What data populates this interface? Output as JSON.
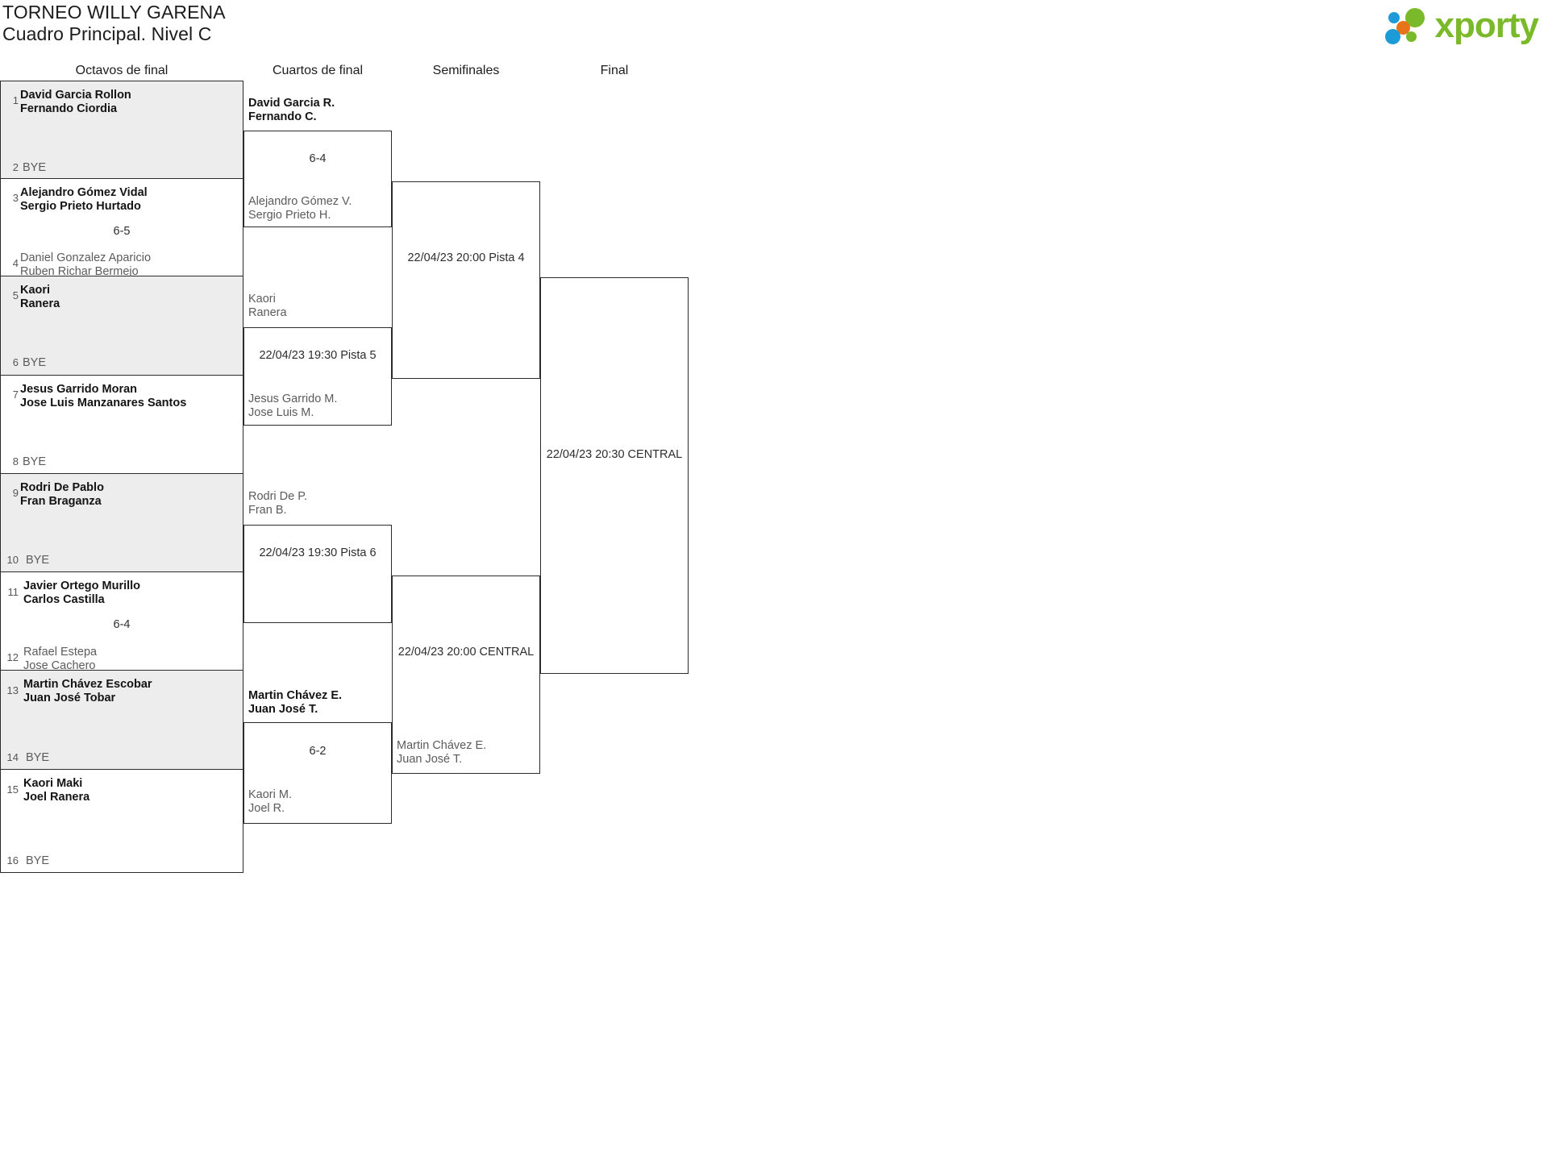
{
  "header": {
    "tournament_title": "TORNEO WILLY GARENA",
    "subtitle": "Cuadro Principal. Nivel C",
    "logo_text": "xporty"
  },
  "rounds": [
    {
      "label": "Octavos de final"
    },
    {
      "label": "Cuartos de final"
    },
    {
      "label": "Semifinales"
    },
    {
      "label": "Final"
    }
  ],
  "bracket": {
    "round1": {
      "matches": [
        {
          "score": "",
          "top": {
            "seed": "1",
            "line1": "David Garcia Rollon",
            "line2": "Fernando Ciordia",
            "status": "win"
          },
          "bottom": {
            "seed": "2",
            "bye": "BYE",
            "status": "bye"
          }
        },
        {
          "score": "6-5",
          "top": {
            "seed": "3",
            "line1": "Alejandro Gómez Vidal",
            "line2": "Sergio Prieto Hurtado",
            "status": "win"
          },
          "bottom": {
            "seed": "4",
            "line1": "Daniel Gonzalez Aparicio",
            "line2": "Ruben Richar Bermejo",
            "status": "lose"
          }
        },
        {
          "score": "",
          "top": {
            "seed": "5",
            "line1": "Kaori",
            "line2": "Ranera",
            "status": "win"
          },
          "bottom": {
            "seed": "6",
            "bye": "BYE",
            "status": "bye"
          }
        },
        {
          "score": "",
          "top": {
            "seed": "7",
            "line1": "Jesus Garrido Moran",
            "line2": "Jose Luis Manzanares Santos",
            "status": "win"
          },
          "bottom": {
            "seed": "8",
            "bye": "BYE",
            "status": "bye"
          }
        },
        {
          "score": "",
          "top": {
            "seed": "9",
            "line1": "Rodri De Pablo",
            "line2": "Fran Braganza",
            "status": "win"
          },
          "bottom": {
            "seed": "10",
            "bye": "BYE",
            "status": "bye"
          }
        },
        {
          "score": "6-4",
          "top": {
            "seed": "11",
            "line1": "Javier Ortego Murillo",
            "line2": "Carlos Castilla",
            "status": "win"
          },
          "bottom": {
            "seed": "12",
            "line1": "Rafael Estepa",
            "line2": "Jose Cachero",
            "status": "lose"
          }
        },
        {
          "score": "",
          "top": {
            "seed": "13",
            "line1": "Martin Chávez Escobar",
            "line2": "Juan José Tobar",
            "status": "win"
          },
          "bottom": {
            "seed": "14",
            "bye": "BYE",
            "status": "bye"
          }
        },
        {
          "score": "",
          "top": {
            "seed": "15",
            "line1": "Kaori Maki",
            "line2": "Joel Ranera",
            "status": "win"
          },
          "bottom": {
            "seed": "16",
            "bye": "BYE",
            "status": "bye"
          }
        }
      ]
    },
    "round2": {
      "matches": [
        {
          "center": "6-4",
          "top": {
            "line1": "David Garcia R.",
            "line2": "Fernando C.",
            "status": "win"
          },
          "bottom": {
            "line1": "Alejandro Gómez V.",
            "line2": "Sergio Prieto H.",
            "status": "lose"
          }
        },
        {
          "center": "22/04/23 19:30 Pista 5",
          "top": {
            "line1": "Kaori",
            "line2": "Ranera",
            "status": "lose"
          },
          "bottom": {
            "line1": "Jesus Garrido M.",
            "line2": "Jose Luis M.",
            "status": "lose"
          }
        },
        {
          "center": "22/04/23 19:30 Pista 6",
          "top": {
            "line1": "Rodri De P.",
            "line2": "Fran B.",
            "status": "lose"
          },
          "bottom": {
            "line1": "",
            "line2": "",
            "status": "lose"
          }
        },
        {
          "center": "6-2",
          "top": {
            "line1": "Martin Chávez E.",
            "line2": "Juan José T.",
            "status": "win"
          },
          "bottom": {
            "line1": "Kaori M.",
            "line2": "Joel R.",
            "status": "lose"
          }
        }
      ]
    },
    "round3": {
      "matches": [
        {
          "center": "22/04/23 20:00 Pista 4",
          "top": {
            "line1": "",
            "line2": "",
            "status": "lose"
          },
          "bottom": {
            "line1": "",
            "line2": "",
            "status": "lose"
          }
        },
        {
          "center": "22/04/23 20:00 CENTRAL",
          "top": {
            "line1": "",
            "line2": "",
            "status": "lose"
          },
          "bottom": {
            "line1": "Martin Chávez E.",
            "line2": "Juan José T.",
            "status": "lose"
          }
        }
      ]
    },
    "round4": {
      "matches": [
        {
          "center": "22/04/23 20:30 CENTRAL",
          "top": {
            "line1": "",
            "line2": "",
            "status": "lose"
          },
          "bottom": {
            "line1": "",
            "line2": "",
            "status": "lose"
          }
        }
      ]
    }
  },
  "colors": {
    "logo_green": "#7ab929",
    "logo_blue": "#1b9bd8",
    "logo_orange": "#e8741a",
    "row_shade": "#ededed",
    "line": "#2b2b2b"
  }
}
